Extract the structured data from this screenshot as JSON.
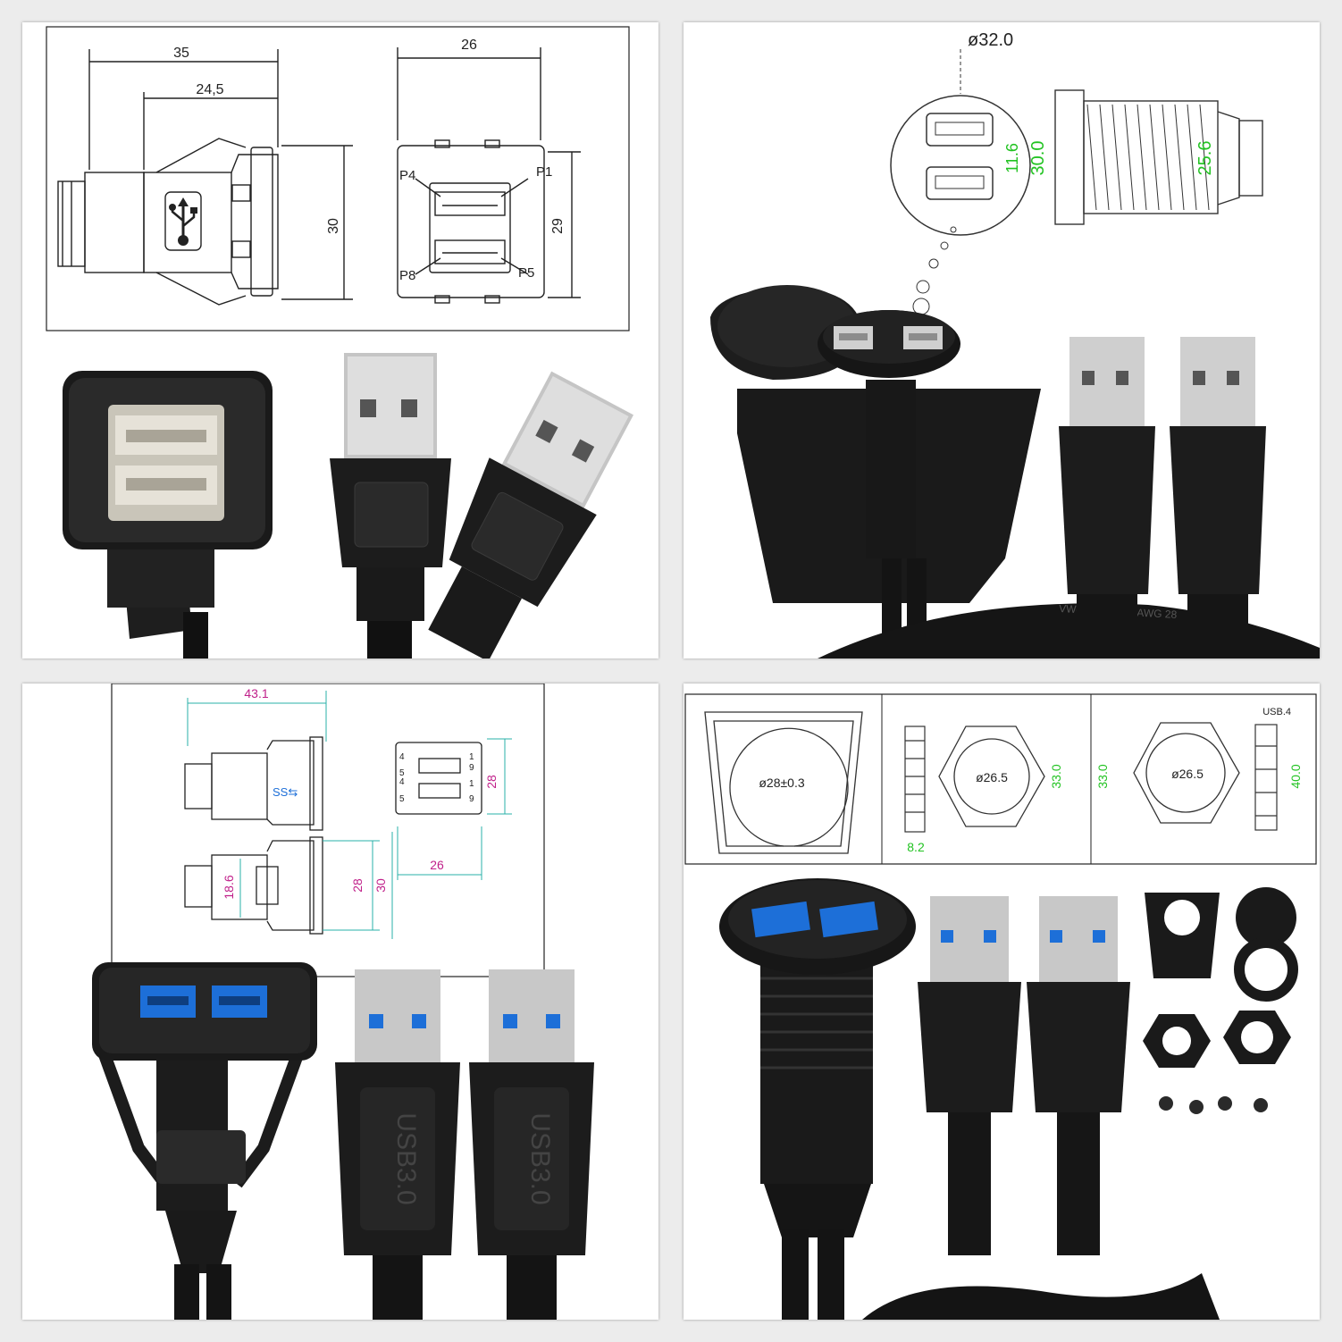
{
  "panel1": {
    "dim_35": "35",
    "dim_24_5": "24,5",
    "dim_30": "30",
    "dim_26": "26",
    "dim_29": "29",
    "pin_p1": "P1",
    "pin_p4": "P4",
    "pin_p5": "P5",
    "pin_p8": "P8"
  },
  "panel2": {
    "dim_dia32": "ø32.0",
    "dim_11_6": "11.6",
    "dim_30_0": "30.0",
    "dim_25_6": "25.6",
    "cable_print": "VW-1 80°C 30V AWG 28"
  },
  "panel3": {
    "dim_43_1": "43.1",
    "dim_28_top": "28",
    "dim_18_6": "18.6",
    "dim_28_side": "28",
    "dim_30": "30",
    "dim_26": "26",
    "pin_4a": "4",
    "pin_1a": "1",
    "pin_5a": "5",
    "pin_9a": "9",
    "pin_4b": "4",
    "pin_1b": "1",
    "pin_5b": "5",
    "pin_9b": "9",
    "plug_label_1": "USB3.0",
    "plug_label_2": "USB3.0"
  },
  "panel4": {
    "usb_tag": "USB.4",
    "dim_28": "ø28±0.3",
    "dim_8_2": "8.2",
    "dim_26_5a": "ø26.5",
    "dim_33a": "33.0",
    "dim_33b": "33.0",
    "dim_26_5b": "ø26.5",
    "dim_40": "40.0"
  },
  "colors": {
    "line": "#222222",
    "magenta": "#c0208a",
    "teal": "#2ab0a8",
    "green": "#22c322",
    "usb3_blue": "#1d6fd8"
  }
}
